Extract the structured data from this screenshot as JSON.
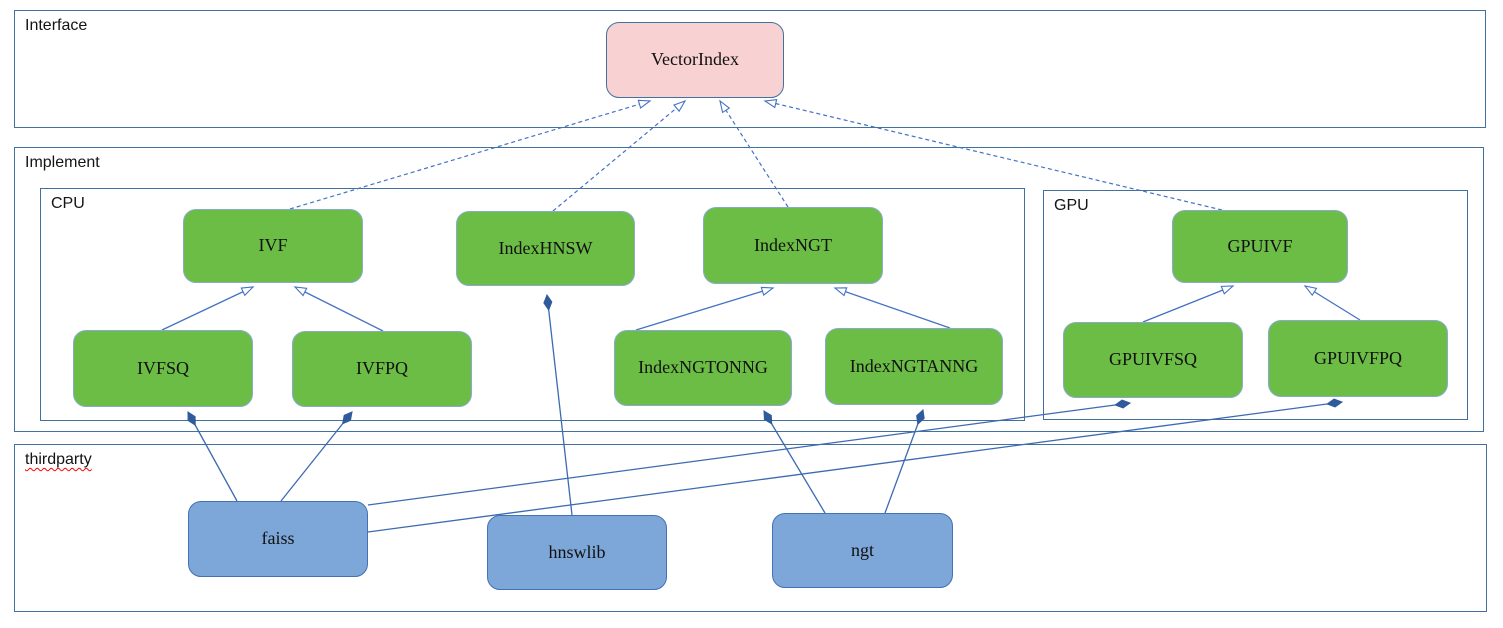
{
  "sections": {
    "interface": {
      "label": "Interface"
    },
    "implement": {
      "label": "Implement"
    },
    "cpu": {
      "label": "CPU"
    },
    "gpu": {
      "label": "GPU"
    },
    "thirdparty": {
      "label": "thirdparty"
    }
  },
  "nodes": {
    "vectorindex": {
      "label": "VectorIndex",
      "kind": "interface"
    },
    "ivf": {
      "label": "IVF",
      "kind": "implementation-cpu"
    },
    "indexhnsw": {
      "label": "IndexHNSW",
      "kind": "implementation-cpu"
    },
    "indexngt": {
      "label": "IndexNGT",
      "kind": "implementation-cpu"
    },
    "ivfsq": {
      "label": "IVFSQ",
      "kind": "implementation-cpu"
    },
    "ivfpq": {
      "label": "IVFPQ",
      "kind": "implementation-cpu"
    },
    "indexngtonng": {
      "label": "IndexNGTONNG",
      "kind": "implementation-cpu"
    },
    "indexngtanng": {
      "label": "IndexNGTANNG",
      "kind": "implementation-cpu"
    },
    "gpuivf": {
      "label": "GPUIVF",
      "kind": "implementation-gpu"
    },
    "gpuivfsq": {
      "label": "GPUIVFSQ",
      "kind": "implementation-gpu"
    },
    "gpuivfpq": {
      "label": "GPUIVFPQ",
      "kind": "implementation-gpu"
    },
    "faiss": {
      "label": "faiss",
      "kind": "thirdparty"
    },
    "hnswlib": {
      "label": "hnswlib",
      "kind": "thirdparty"
    },
    "ngt": {
      "label": "ngt",
      "kind": "thirdparty"
    }
  },
  "edges": [
    {
      "from": "IVF",
      "to": "VectorIndex",
      "type": "realization-dashed-hollow-arrow"
    },
    {
      "from": "IndexHNSW",
      "to": "VectorIndex",
      "type": "realization-dashed-hollow-arrow"
    },
    {
      "from": "IndexNGT",
      "to": "VectorIndex",
      "type": "realization-dashed-hollow-arrow"
    },
    {
      "from": "GPUIVF",
      "to": "VectorIndex",
      "type": "realization-dashed-hollow-arrow"
    },
    {
      "from": "IVFSQ",
      "to": "IVF",
      "type": "generalization-hollow-arrow"
    },
    {
      "from": "IVFPQ",
      "to": "IVF",
      "type": "generalization-hollow-arrow"
    },
    {
      "from": "IndexNGTONNG",
      "to": "IndexNGT",
      "type": "generalization-hollow-arrow"
    },
    {
      "from": "IndexNGTANNG",
      "to": "IndexNGT",
      "type": "generalization-hollow-arrow"
    },
    {
      "from": "GPUIVFSQ",
      "to": "GPUIVF",
      "type": "generalization-hollow-arrow"
    },
    {
      "from": "GPUIVFPQ",
      "to": "GPUIVF",
      "type": "generalization-hollow-arrow"
    },
    {
      "from": "faiss",
      "to": "IVFSQ",
      "type": "composition-filled-diamond"
    },
    {
      "from": "faiss",
      "to": "IVFPQ",
      "type": "composition-filled-diamond"
    },
    {
      "from": "faiss",
      "to": "GPUIVFSQ",
      "type": "composition-filled-diamond"
    },
    {
      "from": "faiss",
      "to": "GPUIVFPQ",
      "type": "composition-filled-diamond"
    },
    {
      "from": "hnswlib",
      "to": "IndexHNSW",
      "type": "composition-filled-diamond"
    },
    {
      "from": "ngt",
      "to": "IndexNGTONNG",
      "type": "composition-filled-diamond"
    },
    {
      "from": "ngt",
      "to": "IndexNGTANNG",
      "type": "composition-filled-diamond"
    }
  ],
  "colors": {
    "interface_fill": "#f8d2d2",
    "implementation_fill": "#6cbd45",
    "thirdparty_fill": "#7da6d9",
    "container_border": "#41719c",
    "edge_line": "#4472c4",
    "diamond_fill": "#2e5b9b",
    "label_text": "#141414"
  }
}
